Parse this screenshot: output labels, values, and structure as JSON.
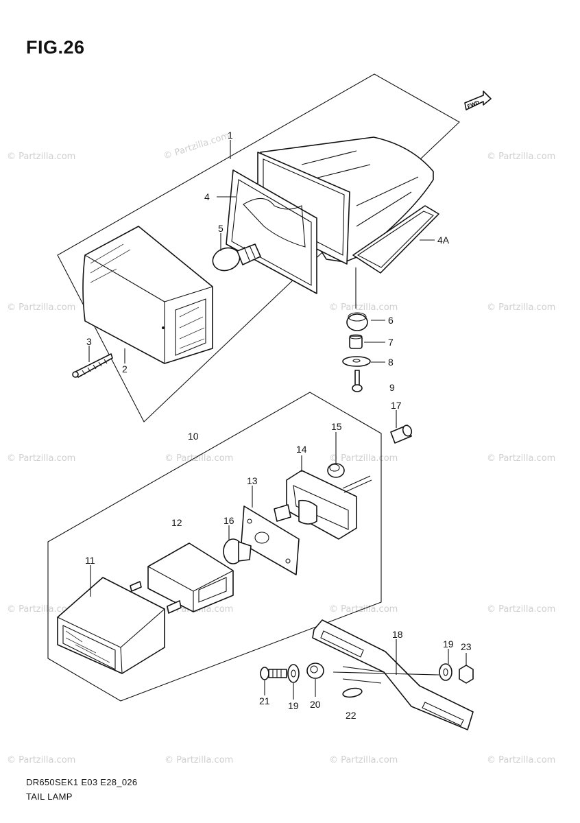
{
  "figure": {
    "title": "FIG.26",
    "code": "DR650SEK1 E03 E28_026",
    "caption": "TAIL LAMP",
    "fwd_label": "FWD"
  },
  "watermark": "© Partzilla.com",
  "callouts": [
    {
      "id": "c1",
      "label": "1"
    },
    {
      "id": "c2",
      "label": "2"
    },
    {
      "id": "c3",
      "label": "3"
    },
    {
      "id": "c4",
      "label": "4"
    },
    {
      "id": "c4a",
      "label": "4A"
    },
    {
      "id": "c5",
      "label": "5"
    },
    {
      "id": "c6",
      "label": "6"
    },
    {
      "id": "c7",
      "label": "7"
    },
    {
      "id": "c8",
      "label": "8"
    },
    {
      "id": "c9",
      "label": "9"
    },
    {
      "id": "c10",
      "label": "10"
    },
    {
      "id": "c11",
      "label": "11"
    },
    {
      "id": "c12",
      "label": "12"
    },
    {
      "id": "c13",
      "label": "13"
    },
    {
      "id": "c14",
      "label": "14"
    },
    {
      "id": "c15",
      "label": "15"
    },
    {
      "id": "c16",
      "label": "16"
    },
    {
      "id": "c17",
      "label": "17"
    },
    {
      "id": "c18",
      "label": "18"
    },
    {
      "id": "c19a",
      "label": "19"
    },
    {
      "id": "c19b",
      "label": "19"
    },
    {
      "id": "c20",
      "label": "20"
    },
    {
      "id": "c21",
      "label": "21"
    },
    {
      "id": "c22",
      "label": "22"
    },
    {
      "id": "c23",
      "label": "23"
    }
  ]
}
